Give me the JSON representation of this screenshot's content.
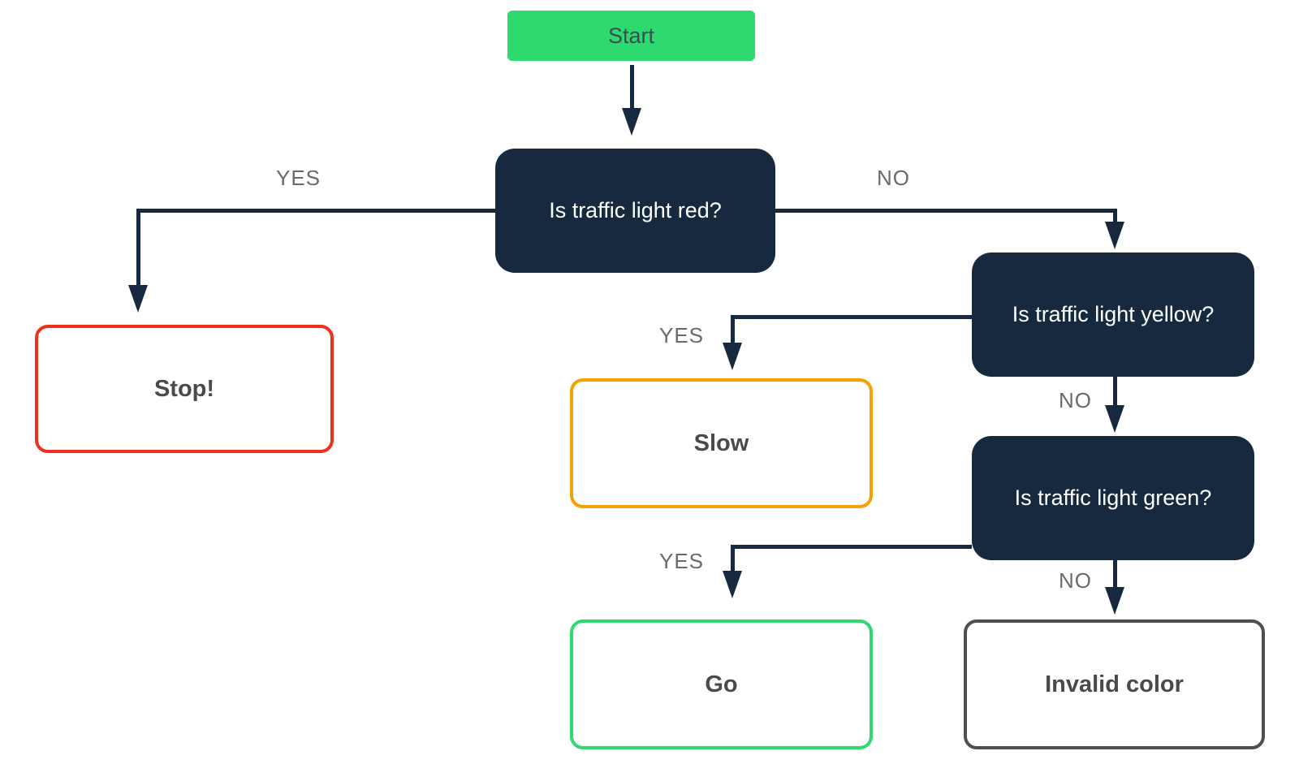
{
  "nodes": {
    "start": {
      "label": "Start",
      "fill": "#2ED96E",
      "text_color": "#3E4A55"
    },
    "q_red": {
      "label": "Is traffic light red?",
      "fill": "#16293E",
      "text_color": "#FFFFFF"
    },
    "q_yellow": {
      "label": "Is traffic light yellow?",
      "fill": "#16293E",
      "text_color": "#FFFFFF"
    },
    "q_green": {
      "label": "Is traffic light green?",
      "fill": "#16293E",
      "text_color": "#FFFFFF"
    },
    "stop": {
      "label": "Stop!",
      "border_color": "#F0301C",
      "text_color": "#4A4A4A"
    },
    "slow": {
      "label": "Slow",
      "border_color": "#F7A000",
      "text_color": "#4A4A4A"
    },
    "go": {
      "label": "Go",
      "border_color": "#2ED96E",
      "text_color": "#4A4A4A"
    },
    "invalid": {
      "label": "Invalid color",
      "border_color": "#4F4F4F",
      "text_color": "#4A4A4A"
    }
  },
  "edges": {
    "red_yes": {
      "label": "YES",
      "from": "q_red",
      "to": "stop"
    },
    "red_no": {
      "label": "NO",
      "from": "q_red",
      "to": "q_yellow"
    },
    "yellow_yes": {
      "label": "YES",
      "from": "q_yellow",
      "to": "slow"
    },
    "yellow_no": {
      "label": "NO",
      "from": "q_yellow",
      "to": "q_green"
    },
    "green_yes": {
      "label": "YES",
      "from": "q_green",
      "to": "go"
    },
    "green_no": {
      "label": "NO",
      "from": "q_green",
      "to": "invalid"
    }
  },
  "colors": {
    "background": "#FFFFFF",
    "connector": "#16293E",
    "edge_label": "#6A6A6A"
  }
}
